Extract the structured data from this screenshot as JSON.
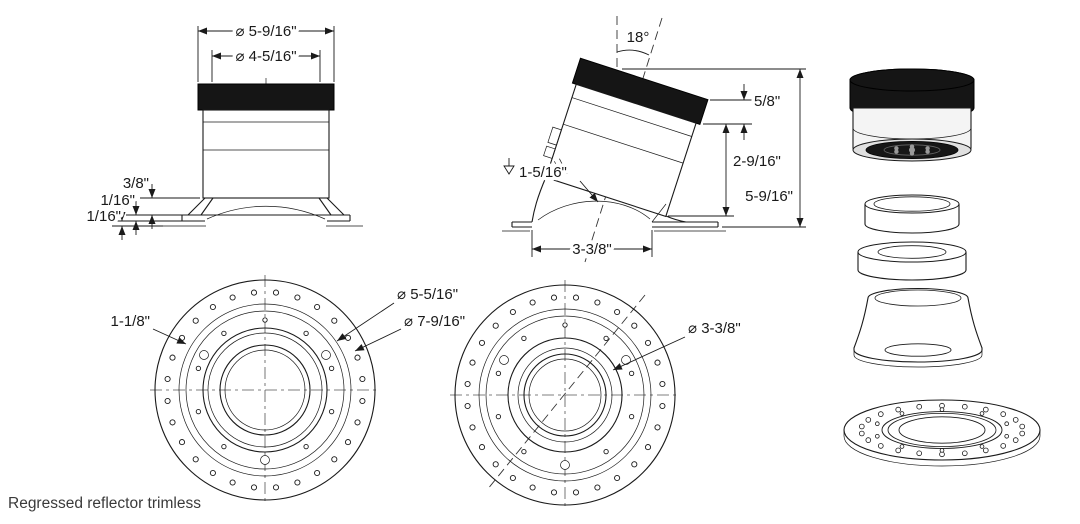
{
  "caption": "Regressed reflector trimless",
  "side_view": {
    "outer_diameter": "⌀ 5-9/16\"",
    "body_diameter": "⌀ 4-5/16\"",
    "regression": "3/8\"",
    "gap_top": "1/16\"",
    "gap_bottom": "1/16\""
  },
  "tilt_view": {
    "angle": "18°",
    "band_height": "5/8\"",
    "body_height": "2-9/16\"",
    "overall_height": "5-9/16\"",
    "recess_depth": "1-5/16\"",
    "aperture_width": "3-3/8\""
  },
  "plan_left": {
    "flange_width": "1-1/8\"",
    "inner_diameter": "⌀ 5-5/16\"",
    "bolt_circle_diameter": "⌀ 7-9/16\""
  },
  "plan_right": {
    "aperture_diameter": "⌀ 3-3/8\""
  }
}
